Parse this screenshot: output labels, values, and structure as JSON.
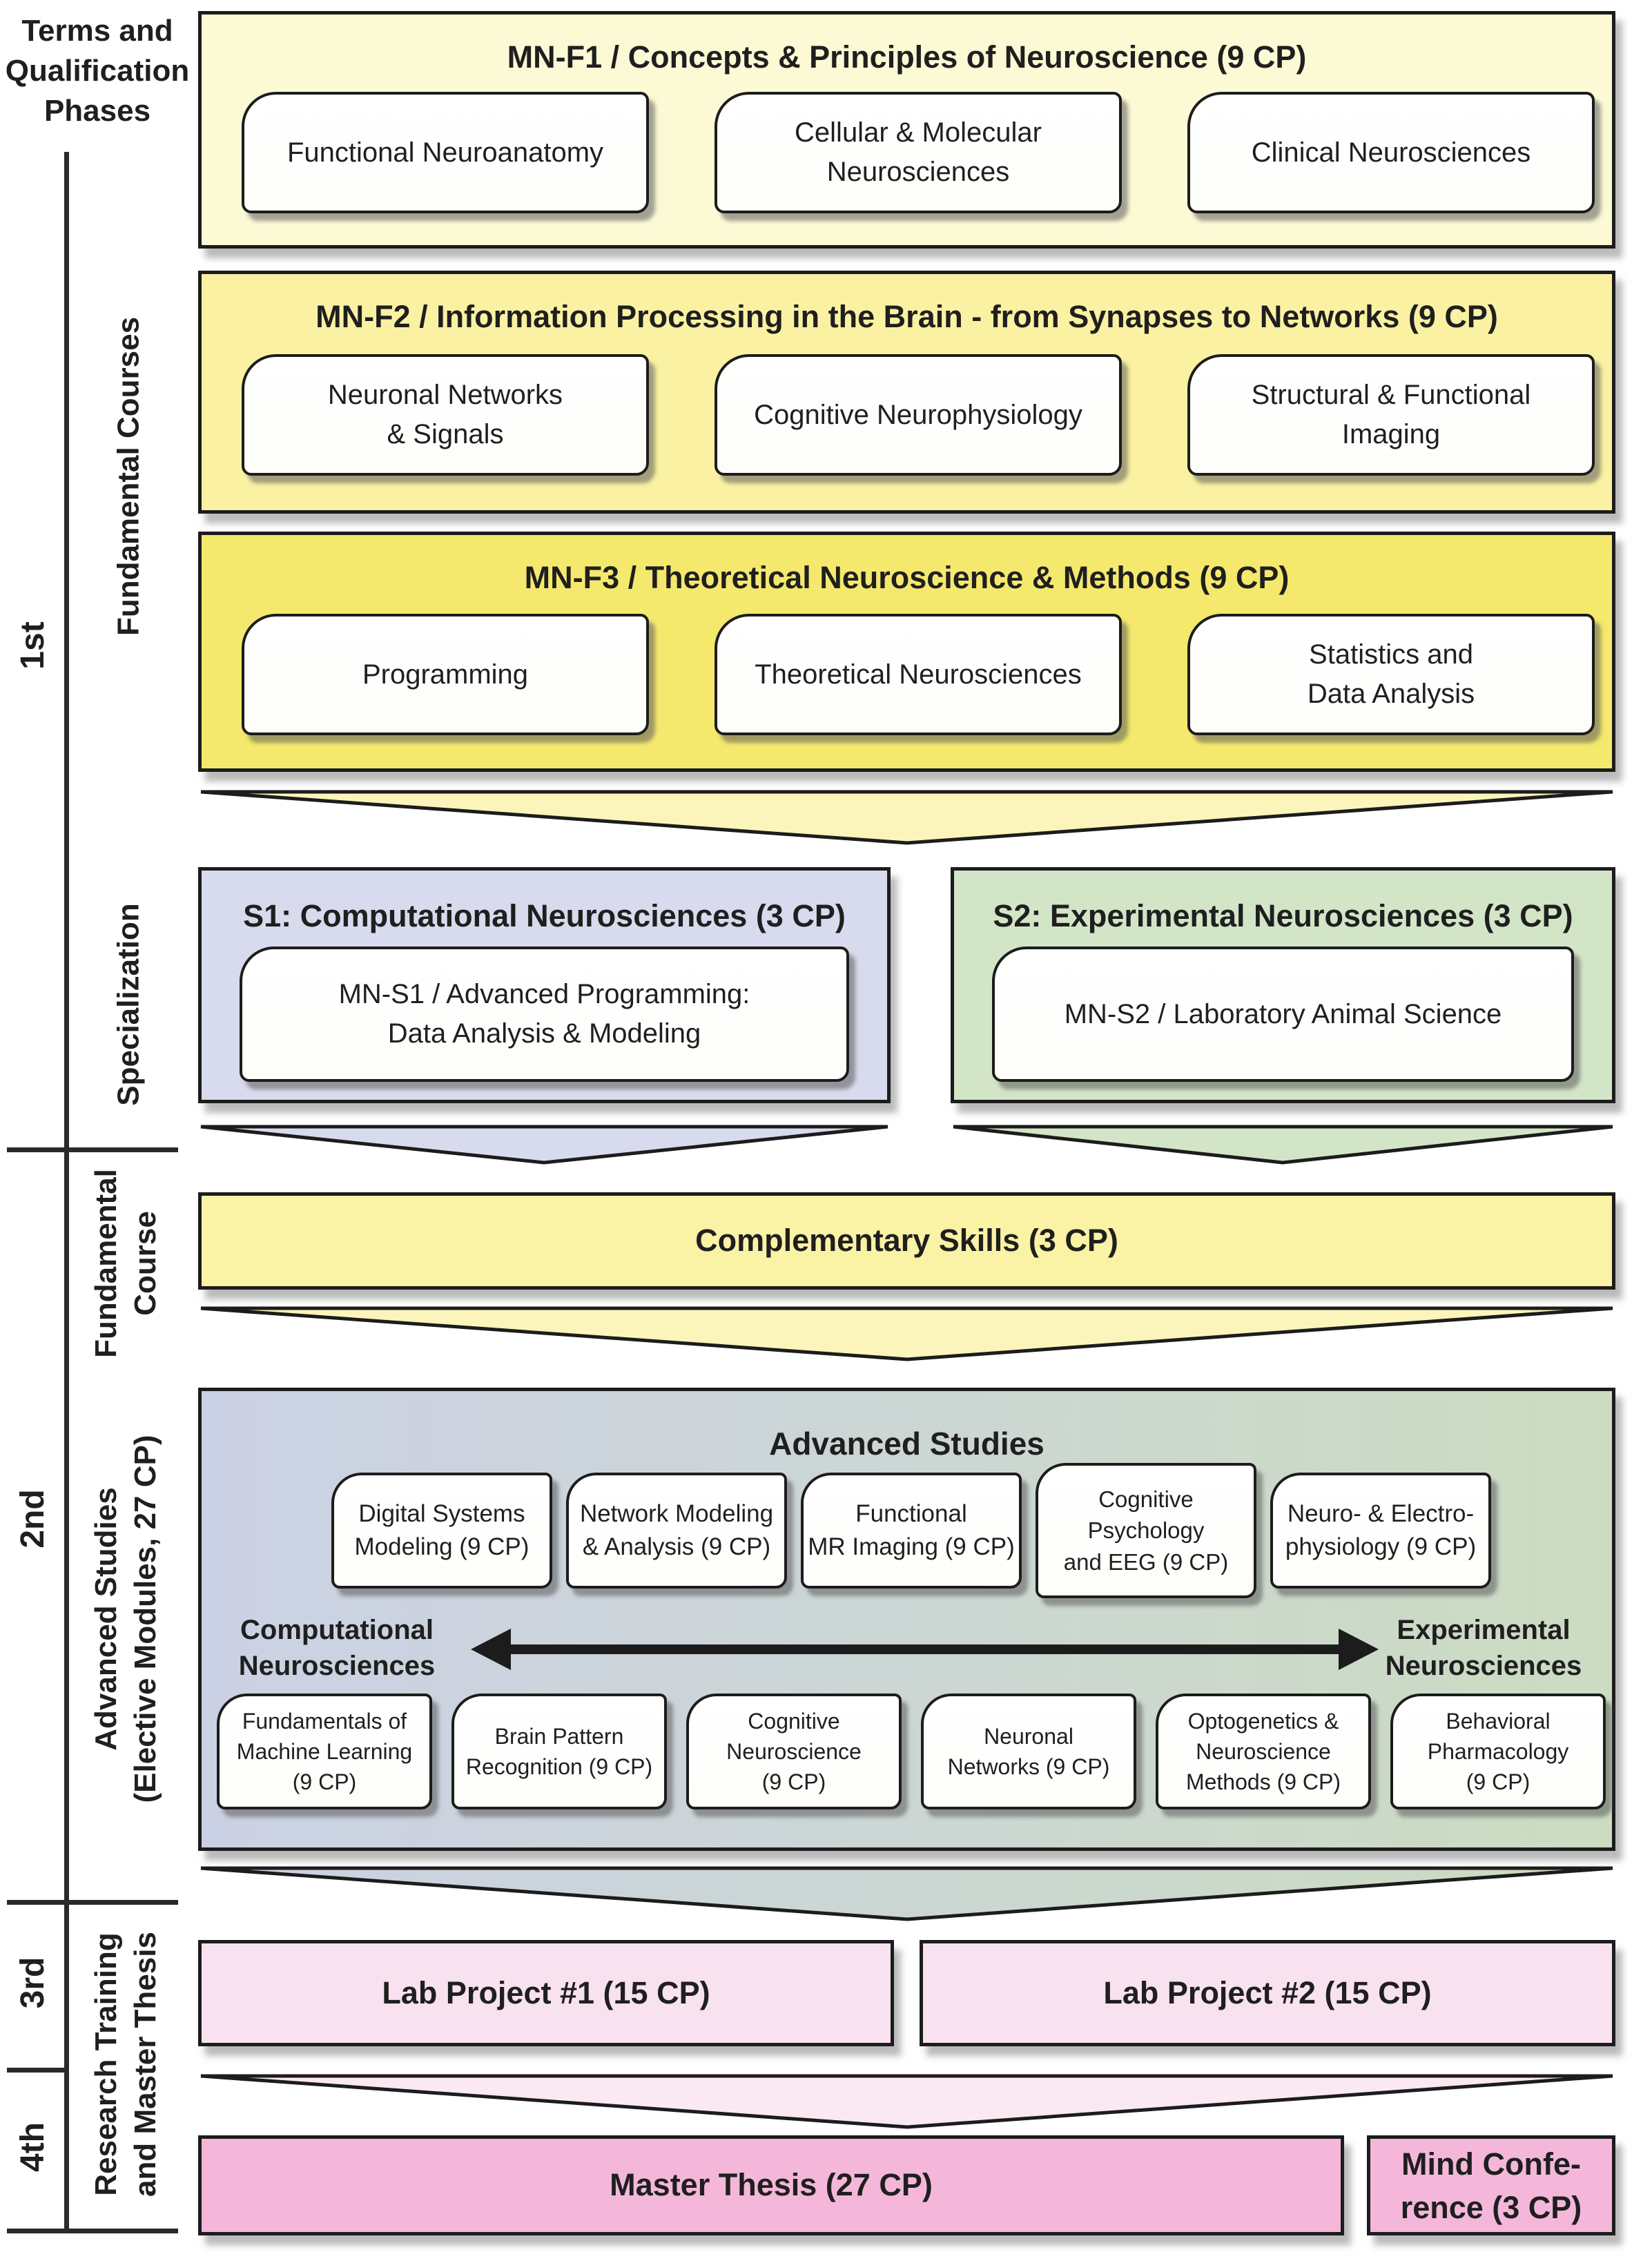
{
  "sidebar": {
    "heading_lines": [
      "Terms and",
      "Qualification",
      "Phases"
    ],
    "terms": [
      {
        "label": "1st"
      },
      {
        "label": "2nd"
      },
      {
        "label": "3rd"
      },
      {
        "label": "4th"
      }
    ],
    "phases": [
      {
        "lines": [
          "Fundamental Courses"
        ]
      },
      {
        "lines": [
          "Specialization"
        ]
      },
      {
        "lines": [
          "Fundamental",
          "Course"
        ]
      },
      {
        "lines": [
          "Advanced Studies",
          "(Elective Modules, 27 CP)"
        ]
      },
      {
        "lines": [
          "Research Training",
          "and Master Thesis"
        ]
      }
    ]
  },
  "fundamental_modules": [
    {
      "title": "MN-F1 / Concepts & Principles of Neuroscience (9 CP)",
      "courses": [
        {
          "lines": [
            "Functional Neuroanatomy"
          ]
        },
        {
          "lines": [
            "Cellular & Molecular",
            "Neurosciences"
          ]
        },
        {
          "lines": [
            "Clinical Neurosciences"
          ]
        }
      ]
    },
    {
      "title": "MN-F2 / Information Processing in the Brain - from Synapses to Networks (9 CP)",
      "courses": [
        {
          "lines": [
            "Neuronal Networks",
            "& Signals"
          ]
        },
        {
          "lines": [
            "Cognitive Neurophysiology"
          ]
        },
        {
          "lines": [
            "Structural & Functional",
            "Imaging"
          ]
        }
      ]
    },
    {
      "title": "MN-F3 / Theoretical Neuroscience & Methods (9 CP)",
      "courses": [
        {
          "lines": [
            "Programming"
          ]
        },
        {
          "lines": [
            "Theoretical Neurosciences"
          ]
        },
        {
          "lines": [
            "Statistics and",
            "Data Analysis"
          ]
        }
      ]
    }
  ],
  "specializations": [
    {
      "title": "S1: Computational Neurosciences (3 CP)",
      "course": {
        "lines": [
          "MN-S1 / Advanced Programming:",
          "Data Analysis & Modeling"
        ]
      }
    },
    {
      "title": "S2: Experimental Neurosciences (3 CP)",
      "course": {
        "lines": [
          "MN-S2 / Laboratory Animal Science"
        ]
      }
    }
  ],
  "complementary": {
    "title": "Complementary Skills (3 CP)"
  },
  "advanced": {
    "title": "Advanced Studies",
    "top_modules": [
      {
        "lines": [
          "Digital Systems",
          "Modeling (9 CP)"
        ]
      },
      {
        "lines": [
          "Network Modeling",
          "& Analysis (9 CP)"
        ]
      },
      {
        "lines": [
          "Functional",
          "MR Imaging (9 CP)"
        ]
      },
      {
        "lines": [
          "Cognitive",
          "Psychology",
          "and EEG (9 CP)"
        ]
      },
      {
        "lines": [
          "Neuro- & Electro-",
          "physiology (9 CP)"
        ]
      }
    ],
    "axis": {
      "left": {
        "lines": [
          "Computational",
          "Neurosciences"
        ]
      },
      "right": {
        "lines": [
          "Experimental",
          "Neurosciences"
        ]
      }
    },
    "bottom_modules": [
      {
        "lines": [
          "Fundamentals of",
          "Machine Learning",
          "(9 CP)"
        ]
      },
      {
        "lines": [
          "Brain Pattern",
          "Recognition (9 CP)"
        ]
      },
      {
        "lines": [
          "Cognitive",
          "Neuroscience",
          "(9 CP)"
        ]
      },
      {
        "lines": [
          "Neuronal",
          "Networks (9 CP)"
        ]
      },
      {
        "lines": [
          "Optogenetics &",
          "Neuroscience",
          "Methods (9 CP)"
        ]
      },
      {
        "lines": [
          "Behavioral",
          "Pharmacology",
          "(9 CP)"
        ]
      }
    ]
  },
  "research": {
    "lab_projects": [
      {
        "title": "Lab Project #1 (15 CP)"
      },
      {
        "title": "Lab Project #2 (15 CP)"
      }
    ],
    "master_thesis": {
      "title": "Master Thesis (27 CP)"
    },
    "mind_conference": {
      "lines": [
        "Mind Confe-",
        "rence (3 CP)"
      ]
    }
  },
  "colors": {
    "f1_fill": "#fcf9d5",
    "f2_fill": "#faf2a2",
    "f3_fill": "#f5e96d",
    "yellow_funnel": "#fbf5bb",
    "s1_fill": "#d8daed",
    "s2_fill": "#d3e5c7",
    "complementary_fill": "#faf2a4",
    "advanced_gradient_left": "#cbd1e4",
    "advanced_gradient_right": "#cbdcc1",
    "lab_fill": "#f8e2ef",
    "pink_funnel": "#fae8f3",
    "thesis_fill": "#f4b7da",
    "border": "#1c1c1c",
    "text": "#1f1f1f"
  }
}
